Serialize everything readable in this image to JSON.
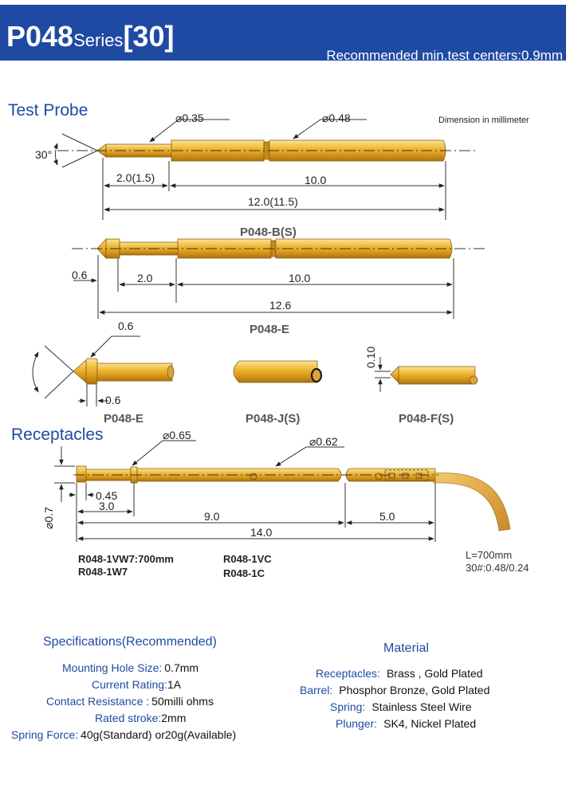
{
  "header": {
    "model": "P048",
    "series_word": "Series",
    "series_num": "[30]",
    "recommendation": "Recommended min.test centers:0.9mm"
  },
  "sections": {
    "test_probe": "Test Probe",
    "receptacles": "Receptacles"
  },
  "diagram_labels": {
    "dimension_note": "Dimension in millimeter",
    "angle": "30°",
    "dia_tip": "⌀0.35",
    "dia_barrel": "⌀0.48",
    "dim_tip_len": "2.0(1.5)",
    "dim_barrel_len": "10.0",
    "dim_total": "12.0(11.5)",
    "model_bs": "P048-B(S)",
    "dim_e_head": "0.6",
    "dim_e_tip": "2.0",
    "dim_e_barrel": "10.0",
    "dim_e_total": "12.6",
    "model_e_top": "P048-E",
    "dim_e_tipdia": "0.6",
    "dim_e_headlen": "0.6",
    "model_e": "P048-E",
    "model_j": "P048-J(S)",
    "dim_f_tip": "0.10",
    "model_f": "P048-F(S)",
    "rec_dia_collar": "⌀0.65",
    "rec_dia_body": "⌀0.62",
    "rec_dia_outer": "⌀0.7",
    "rec_dim_a": "0.45",
    "rec_dim_b": "3.0",
    "rec_dim_c": "9.0",
    "rec_dim_d": "5.0",
    "rec_dim_total": "14.0",
    "rec_part_1": "R048-1VW7:700mm",
    "rec_part_2": "R048-1W7",
    "rec_part_3": "R048-1VC",
    "rec_part_4": "R048-1C",
    "wire_length": "L=700mm",
    "wire_gauge": "30#:0.48/0.24"
  },
  "specifications": {
    "title": "Specifications(Recommended)",
    "items": [
      {
        "label": "Mounting Hole Size:",
        "value": "0.7mm"
      },
      {
        "label": "Current Rating:",
        "value": "1A"
      },
      {
        "label": "Contact Resistance :",
        "value": "50milli ohms"
      },
      {
        "label": "Rated stroke:",
        "value": "2mm"
      },
      {
        "label": "Spring Force:",
        "value": "40g(Standard) or20g(Available)"
      }
    ]
  },
  "material": {
    "title": "Material",
    "items": [
      {
        "label": "Receptacles:",
        "value": "Brass , Gold Plated"
      },
      {
        "label": "Barrel:",
        "value": "Phosphor Bronze, Gold Plated"
      },
      {
        "label": "Spring:",
        "value": "Stainless Steel Wire"
      },
      {
        "label": "Plunger:",
        "value": "SK4, Nickel Plated"
      }
    ]
  },
  "colors": {
    "brand_blue": "#1f4aa3",
    "gold": "#e0a51f",
    "gold_light": "#f6d67a",
    "gold_dark": "#a87410"
  }
}
